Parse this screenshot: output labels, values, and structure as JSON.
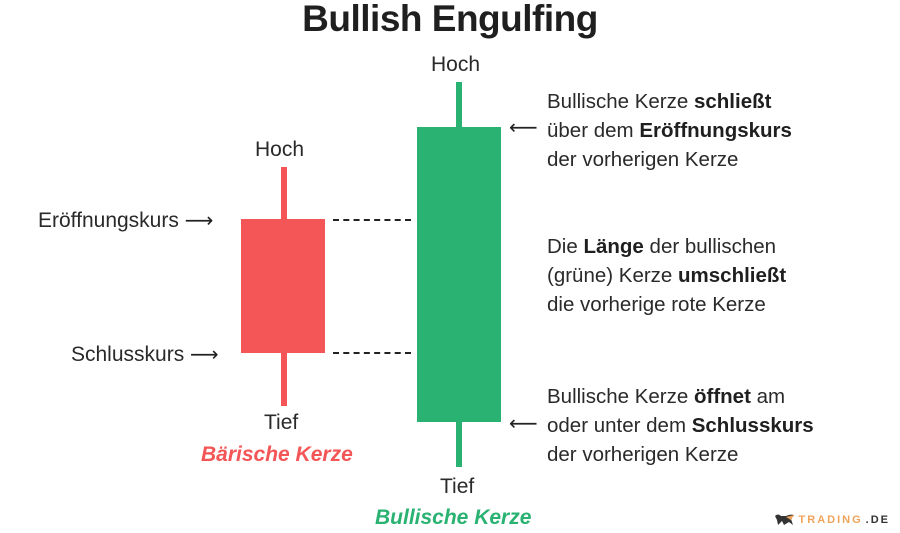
{
  "title": "Bullish Engulfing",
  "colors": {
    "bearish": "#f45556",
    "bullish": "#29b271",
    "text": "#2a2a2a"
  },
  "bearish_candle": {
    "high_label": "Hoch",
    "low_label": "Tief",
    "open_label": "Eröffnungskurs",
    "close_label": "Schlusskurs",
    "caption": "Bärische Kerze"
  },
  "bullish_candle": {
    "high_label": "Hoch",
    "low_label": "Tief",
    "caption": "Bullische Kerze"
  },
  "arrows": {
    "right": "⟶",
    "left": "⟵"
  },
  "descriptions": [
    {
      "lines": [
        [
          {
            "t": "Bullische Kerze ",
            "b": false
          },
          {
            "t": "schließt",
            "b": true
          }
        ],
        [
          {
            "t": "über dem ",
            "b": false
          },
          {
            "t": "Eröffnungskurs",
            "b": true
          }
        ],
        [
          {
            "t": "der vorherigen Kerze",
            "b": false
          }
        ]
      ]
    },
    {
      "lines": [
        [
          {
            "t": "Die ",
            "b": false
          },
          {
            "t": "Länge",
            "b": true
          },
          {
            "t": " der bullischen",
            "b": false
          }
        ],
        [
          {
            "t": "(grüne) Kerze ",
            "b": false
          },
          {
            "t": "umschließt",
            "b": true
          }
        ],
        [
          {
            "t": "die vorherige rote Kerze",
            "b": false
          }
        ]
      ]
    },
    {
      "lines": [
        [
          {
            "t": "Bullische Kerze ",
            "b": false
          },
          {
            "t": "öffnet",
            "b": true
          },
          {
            "t": " am",
            "b": false
          }
        ],
        [
          {
            "t": "oder unter dem ",
            "b": false
          },
          {
            "t": "Schlusskurs",
            "b": true
          }
        ],
        [
          {
            "t": "der vorherigen Kerze",
            "b": false
          }
        ]
      ]
    }
  ],
  "logo": {
    "icon": "bull-logo-icon",
    "brand": "TRADING",
    "tld": ".DE"
  }
}
